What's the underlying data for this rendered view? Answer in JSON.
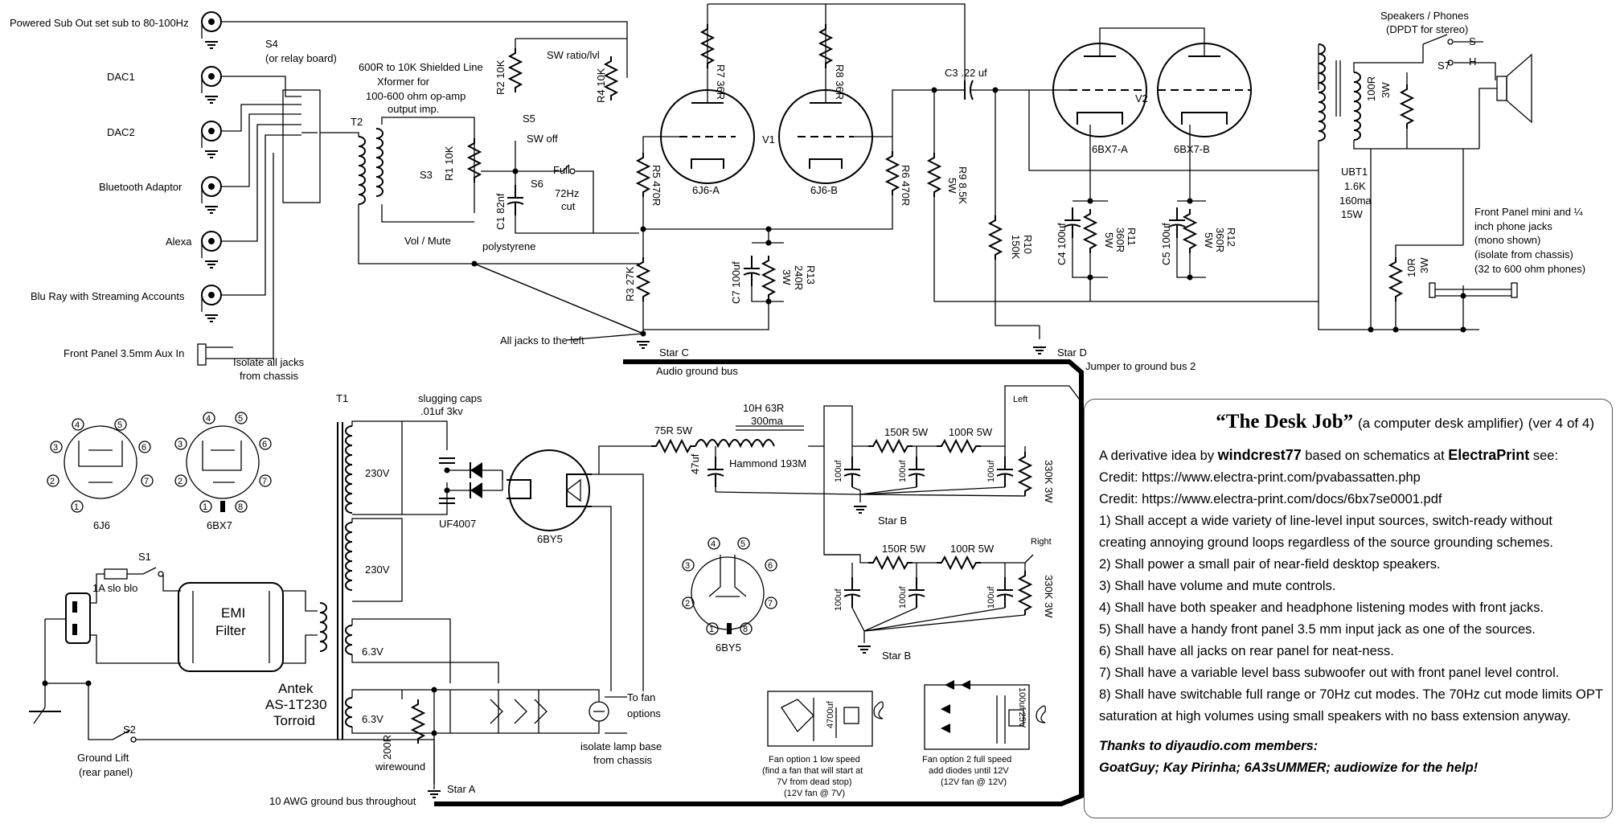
{
  "labels": {
    "sub_out": "Powered Sub Out set sub to 80-100Hz",
    "dac1": "DAC1",
    "dac2": "DAC2",
    "bluetooth": "Bluetooth Adaptor",
    "alexa": "Alexa",
    "bluray": "Blu Ray with Streaming Accounts",
    "aux": "Front Panel 3.5mm Aux In",
    "isolate_jacks_1": "Isolate all jacks",
    "isolate_jacks_2": "from chassis",
    "s4": "S4",
    "s4_relay": "(or relay board)",
    "xfmr_1": "600R to 10K Shielded Line",
    "xfmr_2": "Xformer for",
    "xfmr_3": "100-600 ohm op-amp",
    "xfmr_4": "output imp.",
    "t2": "T2",
    "s3": "S3",
    "r1": "R1 10K",
    "vol_mute": "Vol / Mute",
    "c1": "C1 82nf",
    "polystyrene": "polystyrene",
    "r2": "R2 10K",
    "s5": "S5",
    "sw_off": "SW off",
    "sw_ratio": "SW ratio/lvl",
    "r4": "R4 10K",
    "s6": "S6",
    "full": "Full",
    "cut_72hz_1": "72Hz",
    "cut_72hz_2": "cut",
    "r7": "R7 36R",
    "r8": "R8 36R",
    "v1": "V1",
    "tube_6j6a": "6J6-A",
    "tube_6j6b": "6J6-B",
    "r5": "R5 470R",
    "r6": "R6 470R",
    "r3": "R3 27K",
    "c7": "C7 100uf",
    "r13_1": "R13",
    "r13_2": "240R",
    "r13_3": "3W",
    "all_jacks": "All jacks to the left",
    "star_c": "Star C",
    "audio_bus": "Audio ground bus",
    "c3": "C3 .22 uf",
    "r9_1": "R9 8.5K",
    "r9_2": "5W",
    "v2": "V2",
    "tube_6bx7a": "6BX7-A",
    "tube_6bx7b": "6BX7-B",
    "r10_1": "R10",
    "r10_2": "150K",
    "c4": "C4 100uf",
    "r11_1": "R11",
    "r11_2": "360R",
    "r11_3": "5W",
    "c5": "C5 100uf",
    "r12_1": "R12",
    "r12_2": "360R",
    "r12_3": "5W",
    "star_d": "Star D",
    "jumper": "Jumper to ground bus 2",
    "speakers_1": "Speakers / Phones",
    "speakers_2": "(DPDT for stereo)",
    "s_pos": "S",
    "h_pos": "H",
    "s7": "S7",
    "r100_1": "100R",
    "r100_2": "3W",
    "ubt1_1": "UBT1",
    "ubt1_2": "1.6K",
    "ubt1_3": "160ma",
    "ubt1_4": "15W",
    "fp_1": "Front Panel mini and ¼",
    "fp_2": "inch phone jacks",
    "fp_3": "(mono shown)",
    "fp_4": "(isolate from chassis)",
    "fp_5": "(32 to 600 ohm phones)",
    "r10r_1": "10R",
    "r10r_2": "3W",
    "t1": "T1",
    "slug_1": "slugging caps",
    "slug_2": ".01uf 3kv",
    "v230a": "230V",
    "v230b": "230V",
    "v63a": "6.3V",
    "v63b": "6.3V",
    "uf4007": "UF4007",
    "r75": "75R 5W",
    "choke_1": "10H 63R",
    "choke_2": "300ma",
    "hammond": "Hammond 193M",
    "c47": "47uf",
    "r150a": "150R 5W",
    "r100a": "100R 5W",
    "left": "Left",
    "c100a": "100uf",
    "c100b": "100uf",
    "c100c": "100uf",
    "r330a": "330K 3W",
    "star_b1": "Star B",
    "r150b": "150R 5W",
    "r100b": "100R 5W",
    "right": "Right",
    "c100d": "100uf",
    "c100e": "100uf",
    "c100f": "100uf",
    "r330b": "330K 3W",
    "star_b2": "Star B",
    "rect_6by5": "6BY5",
    "base_6j6": "6J6",
    "base_6bx7": "6BX7",
    "base_6by5": "6BY5",
    "s1": "S1",
    "fuse": "1A slo blo",
    "emi_1": "EMI",
    "emi_2": "Filter",
    "antek_1": "Antek",
    "antek_2": "AS-1T230",
    "antek_3": "Torroid",
    "s2": "S2",
    "ground_lift_1": "Ground Lift",
    "ground_lift_2": "(rear panel)",
    "r200_1": "200R",
    "wirewound": "wirewound",
    "star_a": "Star A",
    "awg": "10 AWG ground bus throughout",
    "fan_opt_1": "To fan",
    "fan_opt_2": "options",
    "lamp_1": "isolate lamp base",
    "lamp_2": "from chassis",
    "fan1_c": "4700uf",
    "fan1_1": "Fan option 1 low speed",
    "fan1_2": "(find a fan that will start at",
    "fan1_3": "7V from dead stop)",
    "fan1_4": "(12V fan @ 7V)",
    "fan2_c": "100uf 25V",
    "fan2_1": "Fan option 2 full speed",
    "fan2_2": "add diodes until 12V",
    "fan2_3": "(12V fan @ 12V)"
  },
  "pins": {
    "p1": "1",
    "p2": "2",
    "p3": "3",
    "p4": "4",
    "p5": "5",
    "p6": "6",
    "p7": "7",
    "p8": "8"
  },
  "notes": {
    "title": "“The Desk Job”",
    "subtitle": "(a computer desk amplifier)",
    "version": "(ver 4 of 4)",
    "intro_pre": "A derivative idea by ",
    "author": "windcrest77",
    "intro_mid": " based on schematics at ",
    "site": "ElectraPrint",
    "intro_post": " see:",
    "credit1": "Credit: https://www.electra-print.com/pvabassatten.php",
    "credit2": "Credit: https://www.electra-print.com/docs/6bx7se0001.pdf",
    "req1a": "1) Shall accept a wide variety of line-level input sources, switch-ready without",
    "req1b": "creating annoying ground loops regardless of the source grounding schemes.",
    "req2": "2) Shall power a small pair of near-field desktop speakers.",
    "req3": "3) Shall have volume and mute controls.",
    "req4": "4) Shall have both speaker and headphone listening modes with front jacks.",
    "req5": "5) Shall have a handy front panel 3.5 mm input jack as one of the sources.",
    "req6": "6) Shall have all jacks on rear panel for neat-ness.",
    "req7": "7) Shall have a variable level bass subwoofer out with front panel level control.",
    "req8a": "8) Shall have switchable full range or 70Hz cut modes. The 70Hz cut mode limits OPT",
    "req8b": "saturation at high volumes using small speakers with no bass extension anyway.",
    "thanks1": "Thanks to diyaudio.com members:",
    "thanks2": "GoatGuy; Kay Pirinha; 6A3sUMMER; audiowize for the help!"
  }
}
